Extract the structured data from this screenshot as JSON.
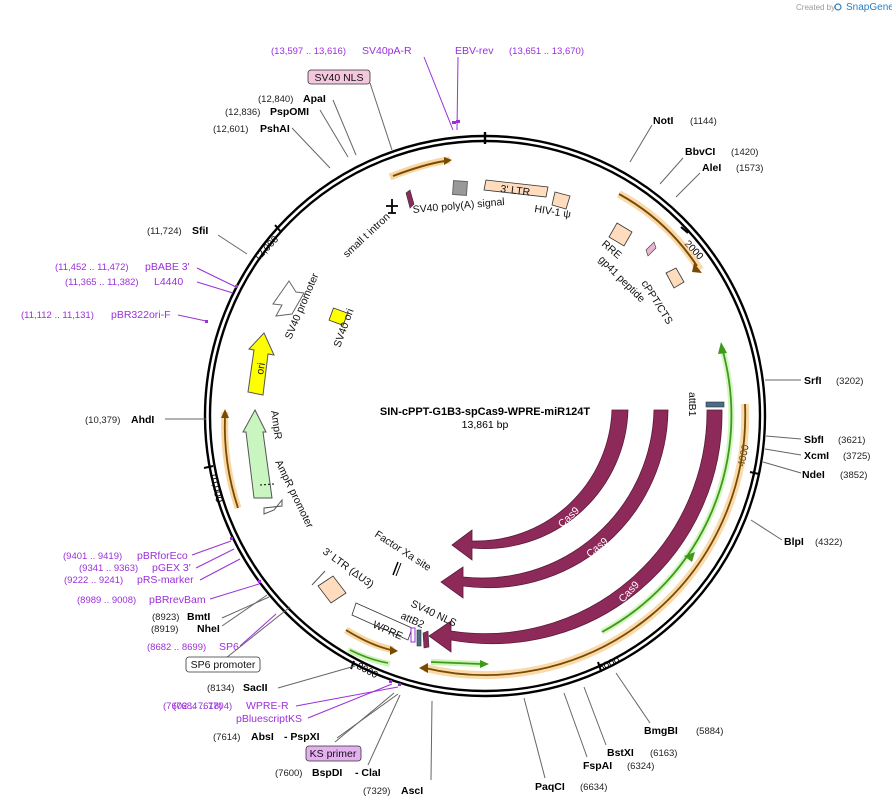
{
  "credit": {
    "created_by": "Created by",
    "brand": "SnapGene"
  },
  "plasmid": {
    "name": "SIN-cPPT-G1B3-spCas9-WPRE-miR124T",
    "length": "13,861 bp"
  },
  "ticks": [
    "2000",
    "4000",
    "6000",
    "8000",
    "10,000",
    "12,000"
  ],
  "sites": [
    {
      "name": "NotI",
      "pos": "(1144)"
    },
    {
      "name": "BbvCI",
      "pos": "(1420)"
    },
    {
      "name": "AleI",
      "pos": "(1573)"
    },
    {
      "name": "SrfI",
      "pos": "(3202)"
    },
    {
      "name": "SbfI",
      "pos": "(3621)"
    },
    {
      "name": "XcmI",
      "pos": "(3725)"
    },
    {
      "name": "NdeI",
      "pos": "(3852)"
    },
    {
      "name": "BlpI",
      "pos": "(4322)"
    },
    {
      "name": "BmgBI",
      "pos": "(5884)"
    },
    {
      "name": "BstXI",
      "pos": "(6163)"
    },
    {
      "name": "FspAI",
      "pos": "(6324)"
    },
    {
      "name": "PaqCI",
      "pos": "(6634)"
    },
    {
      "name": "AscI",
      "pos": "(7329)"
    },
    {
      "name": "BspDI",
      "pos": "(7600)"
    },
    {
      "name": "ClaI",
      "pos": ""
    },
    {
      "name": "AbsI",
      "pos": "(7614)"
    },
    {
      "name": "PspXI",
      "pos": ""
    },
    {
      "name": "SacII",
      "pos": "(8134)"
    },
    {
      "name": "BmtI",
      "pos": "(8923)"
    },
    {
      "name": "NheI",
      "pos": "(8919)"
    },
    {
      "name": "AhdI",
      "pos": "(10,379)"
    },
    {
      "name": "SfiI",
      "pos": "(11,724)"
    },
    {
      "name": "PshAI",
      "pos": "(12,601)"
    },
    {
      "name": "PspOMI",
      "pos": "(12,836)"
    },
    {
      "name": "ApaI",
      "pos": "(12,840)"
    }
  ],
  "primers": [
    {
      "name": "SV40pA-R",
      "pos": "(13,597 .. 13,616)"
    },
    {
      "name": "EBV-rev",
      "pos": "(13,651 .. 13,670)"
    },
    {
      "name": "pBABE 3'",
      "pos": "(11,452 .. 11,472)"
    },
    {
      "name": "L4440",
      "pos": "(11,365 .. 11,382)"
    },
    {
      "name": "pBR322ori-F",
      "pos": "(11,112 .. 11,131)"
    },
    {
      "name": "pBRforEco",
      "pos": "(9401 .. 9419)"
    },
    {
      "name": "pGEX 3'",
      "pos": "(9341 .. 9363)"
    },
    {
      "name": "pRS-marker",
      "pos": "(9222 .. 9241)"
    },
    {
      "name": "pBRrevBam",
      "pos": "(8989 .. 9008)"
    },
    {
      "name": "SP6",
      "pos": "(8682 .. 8699)"
    },
    {
      "name": "WPRE-R",
      "pos": "(7684 .. 7704)"
    },
    {
      "name": "pBluescriptKS",
      "pos": "(7602 .. 7618)"
    }
  ],
  "boxed_labels": {
    "sv40_nls_top": "SV40 NLS",
    "sp6_promoter": "SP6 promoter",
    "ks_primer": "KS primer"
  },
  "features": {
    "ltr3": "3' LTR",
    "hiv_psi": "HIV-1 ψ",
    "sv40_polya": "SV40 poly(A) signal",
    "small_t": "small t intron",
    "rre": "RRE",
    "gp41": "gp41 peptide",
    "cppt": "cPPT/CTS",
    "attb1": "attB1",
    "sv40_promoter": "SV40 promoter",
    "sv40_ori": "SV40 ori",
    "ori": "ori",
    "ampr": "AmpR",
    "ampr_promoter": "AmpR promoter",
    "ltr3_du3": "3' LTR (ΔU3)",
    "factor_xa": "Factor Xa site",
    "wpre": "WPRE",
    "attb2": "attB2",
    "sv40_nls": "SV40 NLS",
    "cas9": "Cas9"
  },
  "colors": {
    "cas9": "#8e2a5a",
    "orange_arc": "#f2ad44",
    "green_arc": "#3f9a1b",
    "ori_yellow": "#ffff00",
    "ampr_green": "#c8f5c0",
    "ltr_fill": "#ffdcbe",
    "primer_purple": "#9b30d9",
    "box_pink": "#f4c7de"
  }
}
